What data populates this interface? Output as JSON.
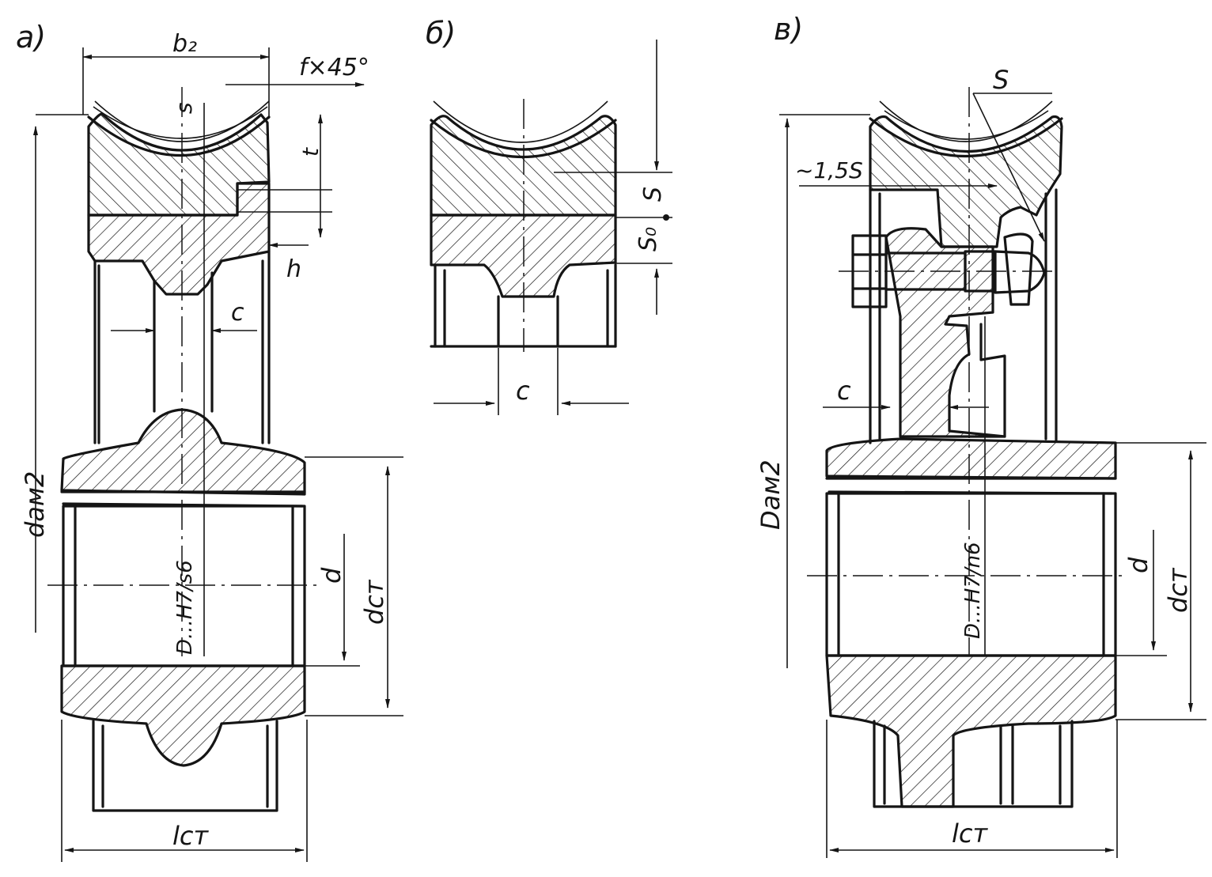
{
  "panels": {
    "a": {
      "label": "а)",
      "dims": {
        "b2": "b₂",
        "chamfer": "f×45°",
        "s": "s",
        "t": "t",
        "h": "h",
        "c": "c",
        "d_am2": "dам2",
        "d": "d",
        "d_st": "dст",
        "l_st": "lст",
        "fit": "D...H7/s6"
      }
    },
    "b": {
      "label": "б)",
      "dims": {
        "s": "S",
        "s0": "S₀",
        "c": "c"
      }
    },
    "v": {
      "label": "в)",
      "dims": {
        "s": "S",
        "approx": "~1,5S",
        "c": "c",
        "D_am2": "Dам2",
        "d": "d",
        "d_st": "dст",
        "l_st": "lст",
        "fit": "D...H7/n6"
      }
    }
  }
}
